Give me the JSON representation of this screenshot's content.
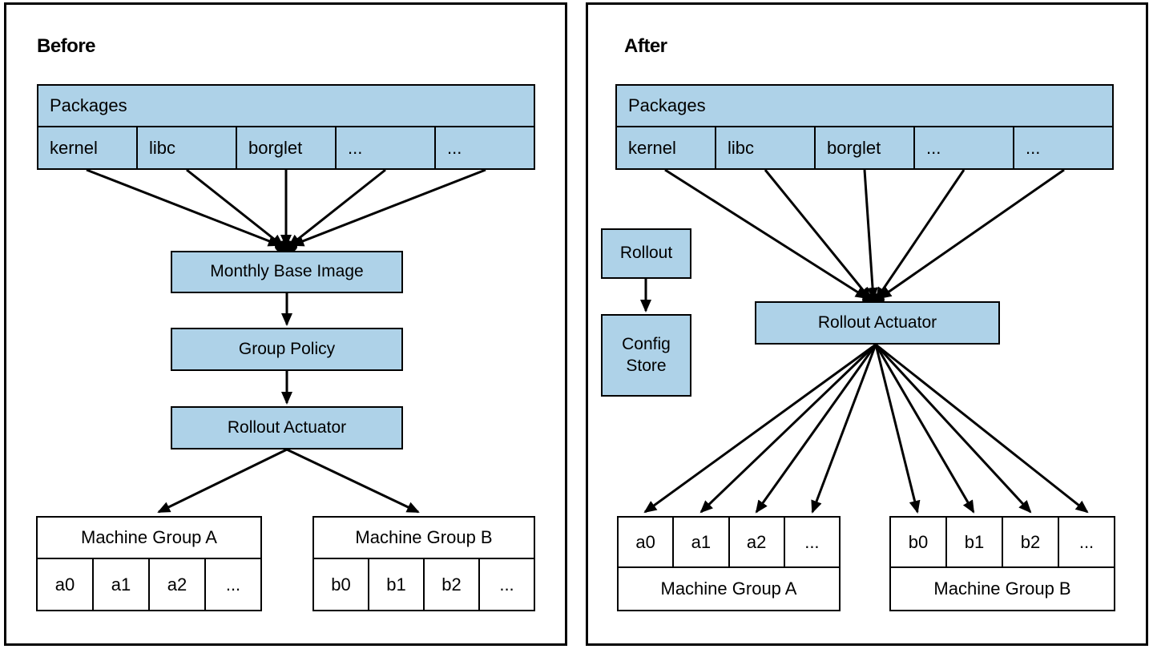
{
  "colors": {
    "box_fill": "#AED2E8",
    "line": "#000000",
    "background": "#ffffff"
  },
  "before": {
    "title": "Before",
    "packages": {
      "header": "Packages",
      "cells": [
        "kernel",
        "libc",
        "borglet",
        "...",
        "..."
      ]
    },
    "flow": {
      "monthly_base_image": "Monthly Base Image",
      "group_policy": "Group Policy",
      "rollout_actuator": "Rollout Actuator"
    },
    "machine_group_a": {
      "label": "Machine Group A",
      "cells": [
        "a0",
        "a1",
        "a2",
        "..."
      ]
    },
    "machine_group_b": {
      "label": "Machine Group B",
      "cells": [
        "b0",
        "b1",
        "b2",
        "..."
      ]
    }
  },
  "after": {
    "title": "After",
    "packages": {
      "header": "Packages",
      "cells": [
        "kernel",
        "libc",
        "borglet",
        "...",
        "..."
      ]
    },
    "rollout": "Rollout",
    "config_store": "Config Store",
    "rollout_actuator": "Rollout Actuator",
    "machine_group_a": {
      "label": "Machine Group A",
      "cells": [
        "a0",
        "a1",
        "a2",
        "..."
      ]
    },
    "machine_group_b": {
      "label": "Machine Group B",
      "cells": [
        "b0",
        "b1",
        "b2",
        "..."
      ]
    }
  }
}
